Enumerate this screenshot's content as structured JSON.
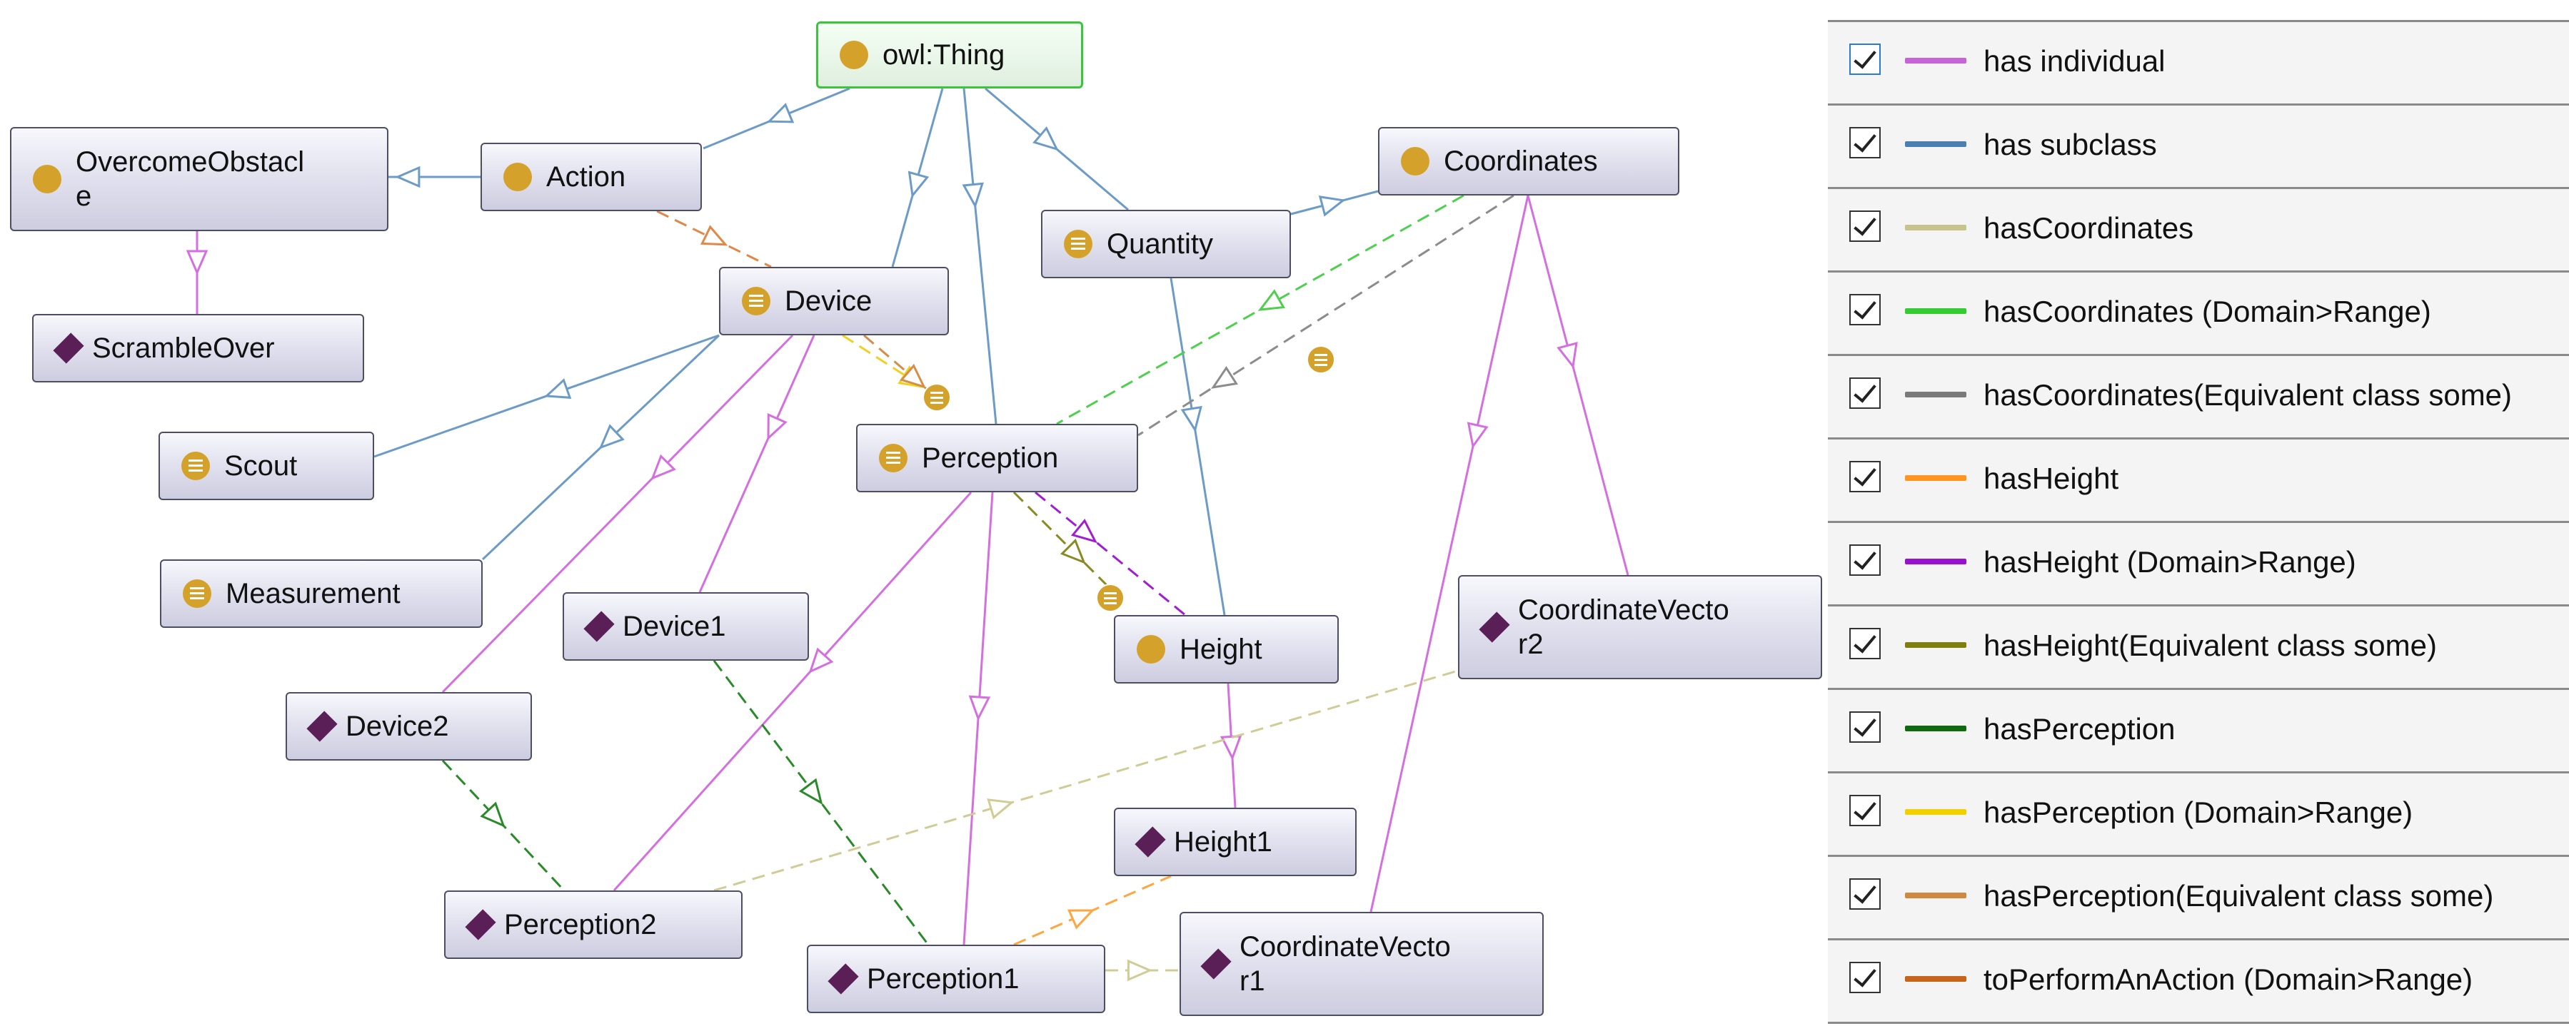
{
  "nodes": {
    "owl_thing": "owl:Thing",
    "overcome_obstacle": "OvercomeObstacl\ne",
    "action": "Action",
    "coordinates": "Coordinates",
    "quantity": "Quantity",
    "device": "Device",
    "scramble_over": "ScrambleOver",
    "scout": "Scout",
    "perception": "Perception",
    "measurement": "Measurement",
    "device1": "Device1",
    "height": "Height",
    "coordinate_vector2": "CoordinateVecto\nr2",
    "device2": "Device2",
    "height1": "Height1",
    "perception2": "Perception2",
    "perception1": "Perception1",
    "coordinate_vector1": "CoordinateVecto\nr1"
  },
  "legend": [
    {
      "label": "has individual",
      "color": "#c762d8"
    },
    {
      "label": "has subclass",
      "color": "#4a7fb0"
    },
    {
      "label": "hasCoordinates",
      "color": "#c7c38a"
    },
    {
      "label": "hasCoordinates (Domain>Range)",
      "color": "#33cc33"
    },
    {
      "label": "hasCoordinates(Equivalent class some)",
      "color": "#7a7a7a"
    },
    {
      "label": "hasHeight",
      "color": "#ff9520"
    },
    {
      "label": "hasHeight (Domain>Range)",
      "color": "#9b10d0"
    },
    {
      "label": "hasHeight(Equivalent class some)",
      "color": "#7f7f10"
    },
    {
      "label": "hasPerception",
      "color": "#0f6a0f"
    },
    {
      "label": "hasPerception (Domain>Range)",
      "color": "#f2d000"
    },
    {
      "label": "hasPerception(Equivalent class some)",
      "color": "#cf8a40"
    },
    {
      "label": "toPerformAnAction (Domain>Range)",
      "color": "#c8641a"
    }
  ],
  "edge_colors": {
    "individual": "#d46fe0",
    "subclass": "#6c9bc7",
    "coordinates": "#d0cc95",
    "coordinates_dr": "#4ed04e",
    "coordinates_eq": "#8c8c8c",
    "height": "#ffa640",
    "height_dr": "#a01dd0",
    "height_eq": "#8a8a25",
    "perception": "#2a8a2a",
    "perception_dr": "#f0d020",
    "perception_eq": "#d48e48",
    "action_dr": "#e08848"
  }
}
